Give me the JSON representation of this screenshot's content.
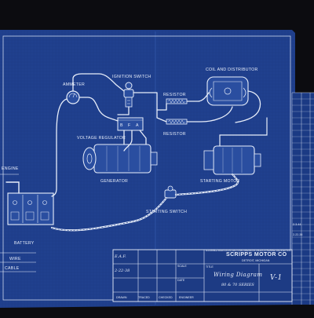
{
  "colors": {
    "blueprint": "#1f3f8c",
    "blueprint_dark": "#17306d",
    "line": "#e8eefa",
    "frame": "#0c0c10"
  },
  "labels": {
    "ammeter": "AMMETER",
    "ignition_switch": "IGNITION SWITCH",
    "coil_and_distributor": "COIL AND DISTRIBUTOR",
    "resistor_top": "RESISTOR",
    "resistor_bottom": "RESISTOR",
    "voltage_regulator": "VOLTAGE REGULATOR",
    "regulator_terminals": [
      "B",
      "F",
      "A"
    ],
    "generator": "GENERATOR",
    "engine": "ENGINE",
    "starting_motor": "STARTING MOTOR",
    "starting_switch": "STARTING SWITCH",
    "battery": "BATTERY",
    "wire_legend": [
      "WIRE",
      "CABLE"
    ]
  },
  "title_block": {
    "company": "SCRIPPS MOTOR CO",
    "city": "DETROIT, MICHIGAN",
    "note": "ALLOWABLE VARIATION ON FRACTIONAL DIMENSIONS UNLESS OTHERWISE SPECIFIED ±1/64",
    "drawn_by": "E.A.F.",
    "date": "2-22-38",
    "drawing_title": "Wiring Diagram",
    "series": "80 & 70 SERIES",
    "drawing_no": "V-1",
    "title_caption": "TITLE",
    "scale_caption": "SCALE",
    "date_caption": "DATE",
    "footer_captions": [
      "DRAWN",
      "TRACED",
      "CHECKED",
      "ENGINEER"
    ]
  },
  "revision_notes": [
    "2-3-44",
    "2-22-38"
  ]
}
